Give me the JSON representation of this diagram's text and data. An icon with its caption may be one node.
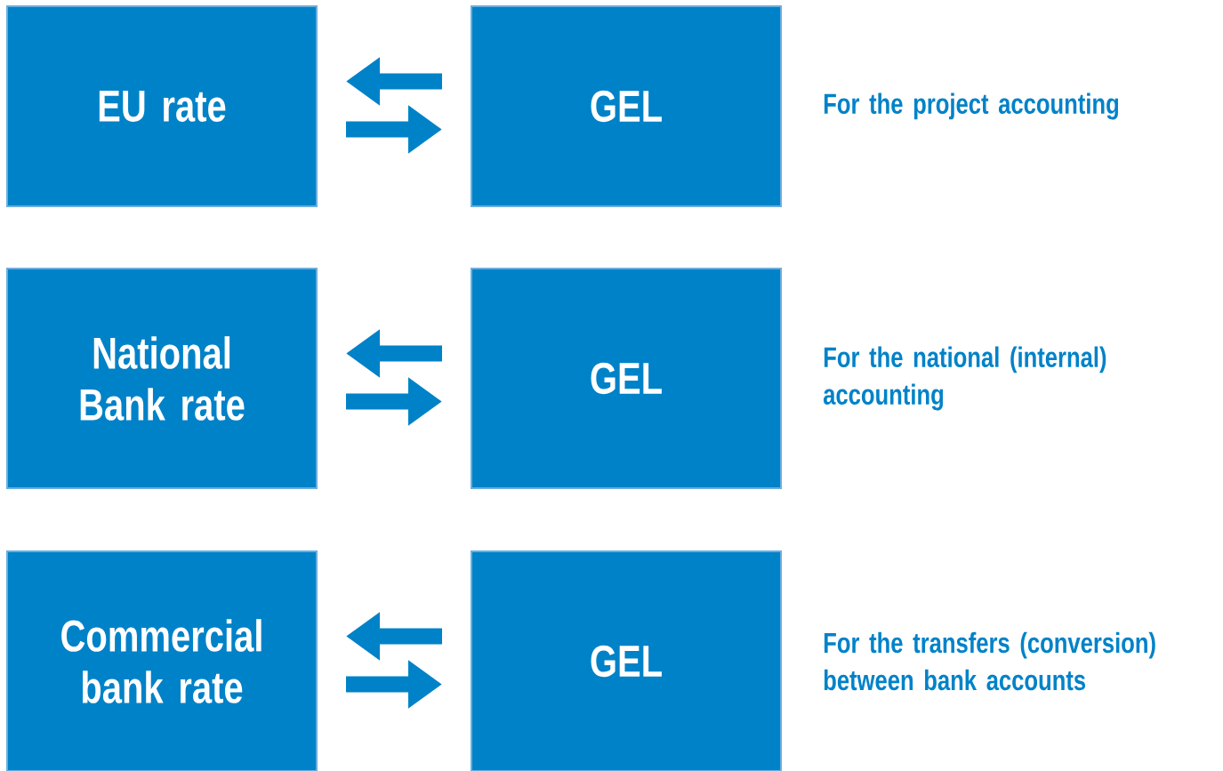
{
  "diagram": {
    "nodes": [
      {
        "text": [
          "EU rate"
        ]
      },
      {
        "text": [
          "GEL"
        ],
        "beside": [
          "For the project accounting"
        ]
      },
      {
        "text": [
          "National Bank rate"
        ]
      },
      {
        "text": [
          "GEL"
        ],
        "beside": [
          "For the national (internal) accounting"
        ]
      },
      {
        "text": [
          "Commercial bank rate"
        ]
      },
      {
        "text": [
          "GEL"
        ],
        "beside": [
          "For the transfers (conversion) between bank accounts"
        ]
      }
    ],
    "edges": [
      {
        "from": 1,
        "to": 0,
        "arrow": "to"
      },
      {
        "from": 0,
        "to": 1,
        "arrow": "to"
      },
      {
        "from": 3,
        "to": 2,
        "arrow": "to"
      },
      {
        "from": 2,
        "to": 3,
        "arrow": "to"
      },
      {
        "from": 5,
        "to": 4,
        "arrow": "to"
      },
      {
        "from": 4,
        "to": 5,
        "arrow": "to"
      }
    ]
  }
}
